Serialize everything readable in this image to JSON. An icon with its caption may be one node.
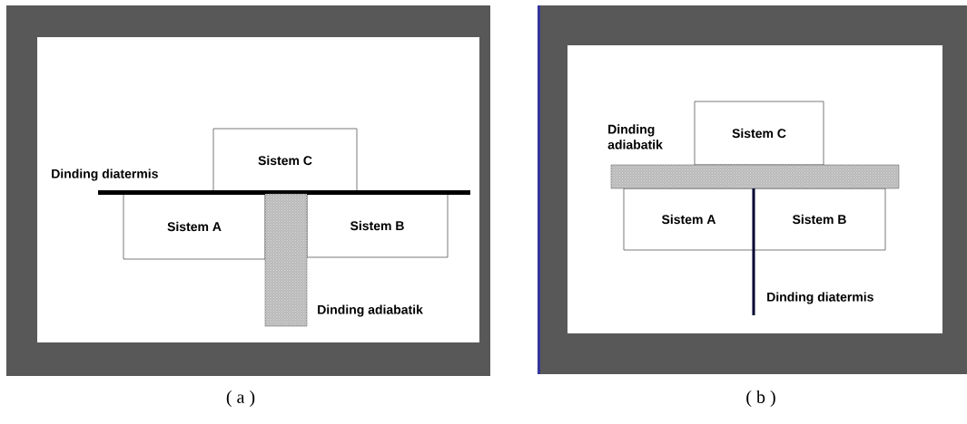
{
  "diagram": {
    "nodes": [
      {
        "text": [
          "Sistem C"
        ]
      },
      {
        "text": [
          "Sistem A"
        ]
      },
      {
        "text": [
          "Sistem B"
        ]
      },
      {
        "text": [
          "Sistem C"
        ]
      },
      {
        "text": [
          "Sistem A"
        ]
      },
      {
        "text": [
          "Sistem B"
        ]
      },
      {
        "text": [],
        "shape": "bar"
      },
      {
        "text": [],
        "shape": "bar"
      },
      {
        "text": [],
        "shape": "bar"
      },
      {
        "text": [],
        "shape": "bar"
      }
    ],
    "labels": [
      "Dinding diatermis",
      "Dinding adiabatik",
      "( a )",
      "Dinding adiabatik",
      "Dinding diatermis",
      "( b )"
    ]
  }
}
